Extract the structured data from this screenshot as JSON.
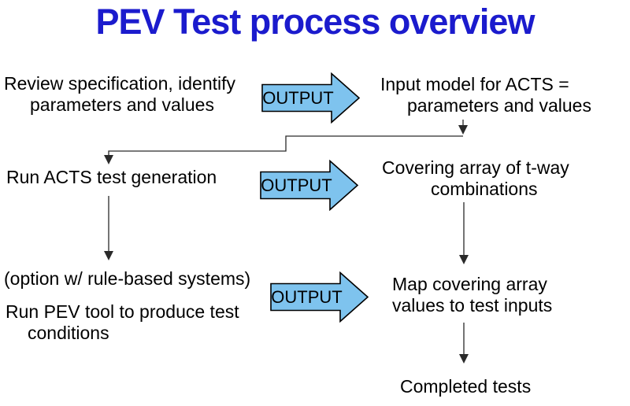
{
  "title": "PEV Test process overview",
  "colors": {
    "title": "#1b1bcd",
    "arrow_fill": "#7ec3ee",
    "arrow_border": "#000000",
    "text": "#000000",
    "background": "#ffffff"
  },
  "flow": {
    "outputs": [
      "OUTPUT",
      "OUTPUT",
      "OUTPUT"
    ],
    "steps": {
      "review": "Review specification, identify\nparameters and values",
      "input_model": "Input model for ACTS =\nparameters and values",
      "run_acts": "Run ACTS test generation",
      "covering_array": "Covering array of t-way\ncombinations",
      "option_note": "(option w/ rule-based systems)",
      "run_pev": "Run PEV tool to produce test\nconditions",
      "map_covering": "Map covering array\nvalues to test inputs",
      "completed": "Completed tests"
    }
  }
}
